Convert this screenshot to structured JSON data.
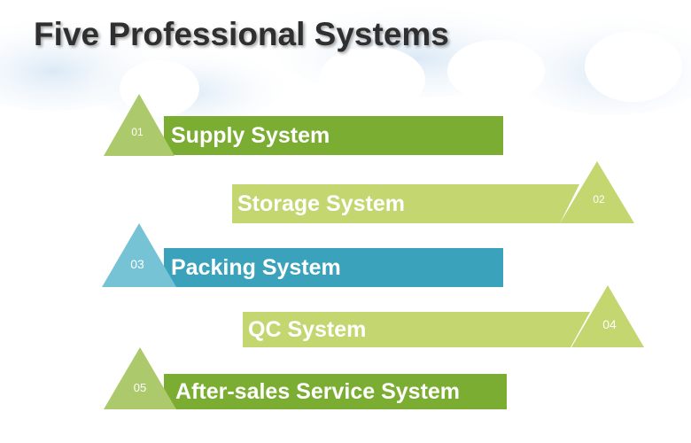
{
  "title": "Five Professional Systems",
  "systems": [
    {
      "number": "01",
      "label": "Supply System",
      "color": "#7aad31",
      "tri_color": "#acc96b"
    },
    {
      "number": "02",
      "label": "Storage System",
      "color": "#c3d66f",
      "tri_color": "#c3d66f"
    },
    {
      "number": "03",
      "label": "Packing System",
      "color": "#3aa2ba",
      "tri_color": "#77c3d6"
    },
    {
      "number": "04",
      "label": "QC System",
      "color": "#c3d66f",
      "tri_color": "#c3d66f"
    },
    {
      "number": "05",
      "label": "After-sales Service System",
      "color": "#7aad31",
      "tri_color": "#acc96b"
    }
  ]
}
